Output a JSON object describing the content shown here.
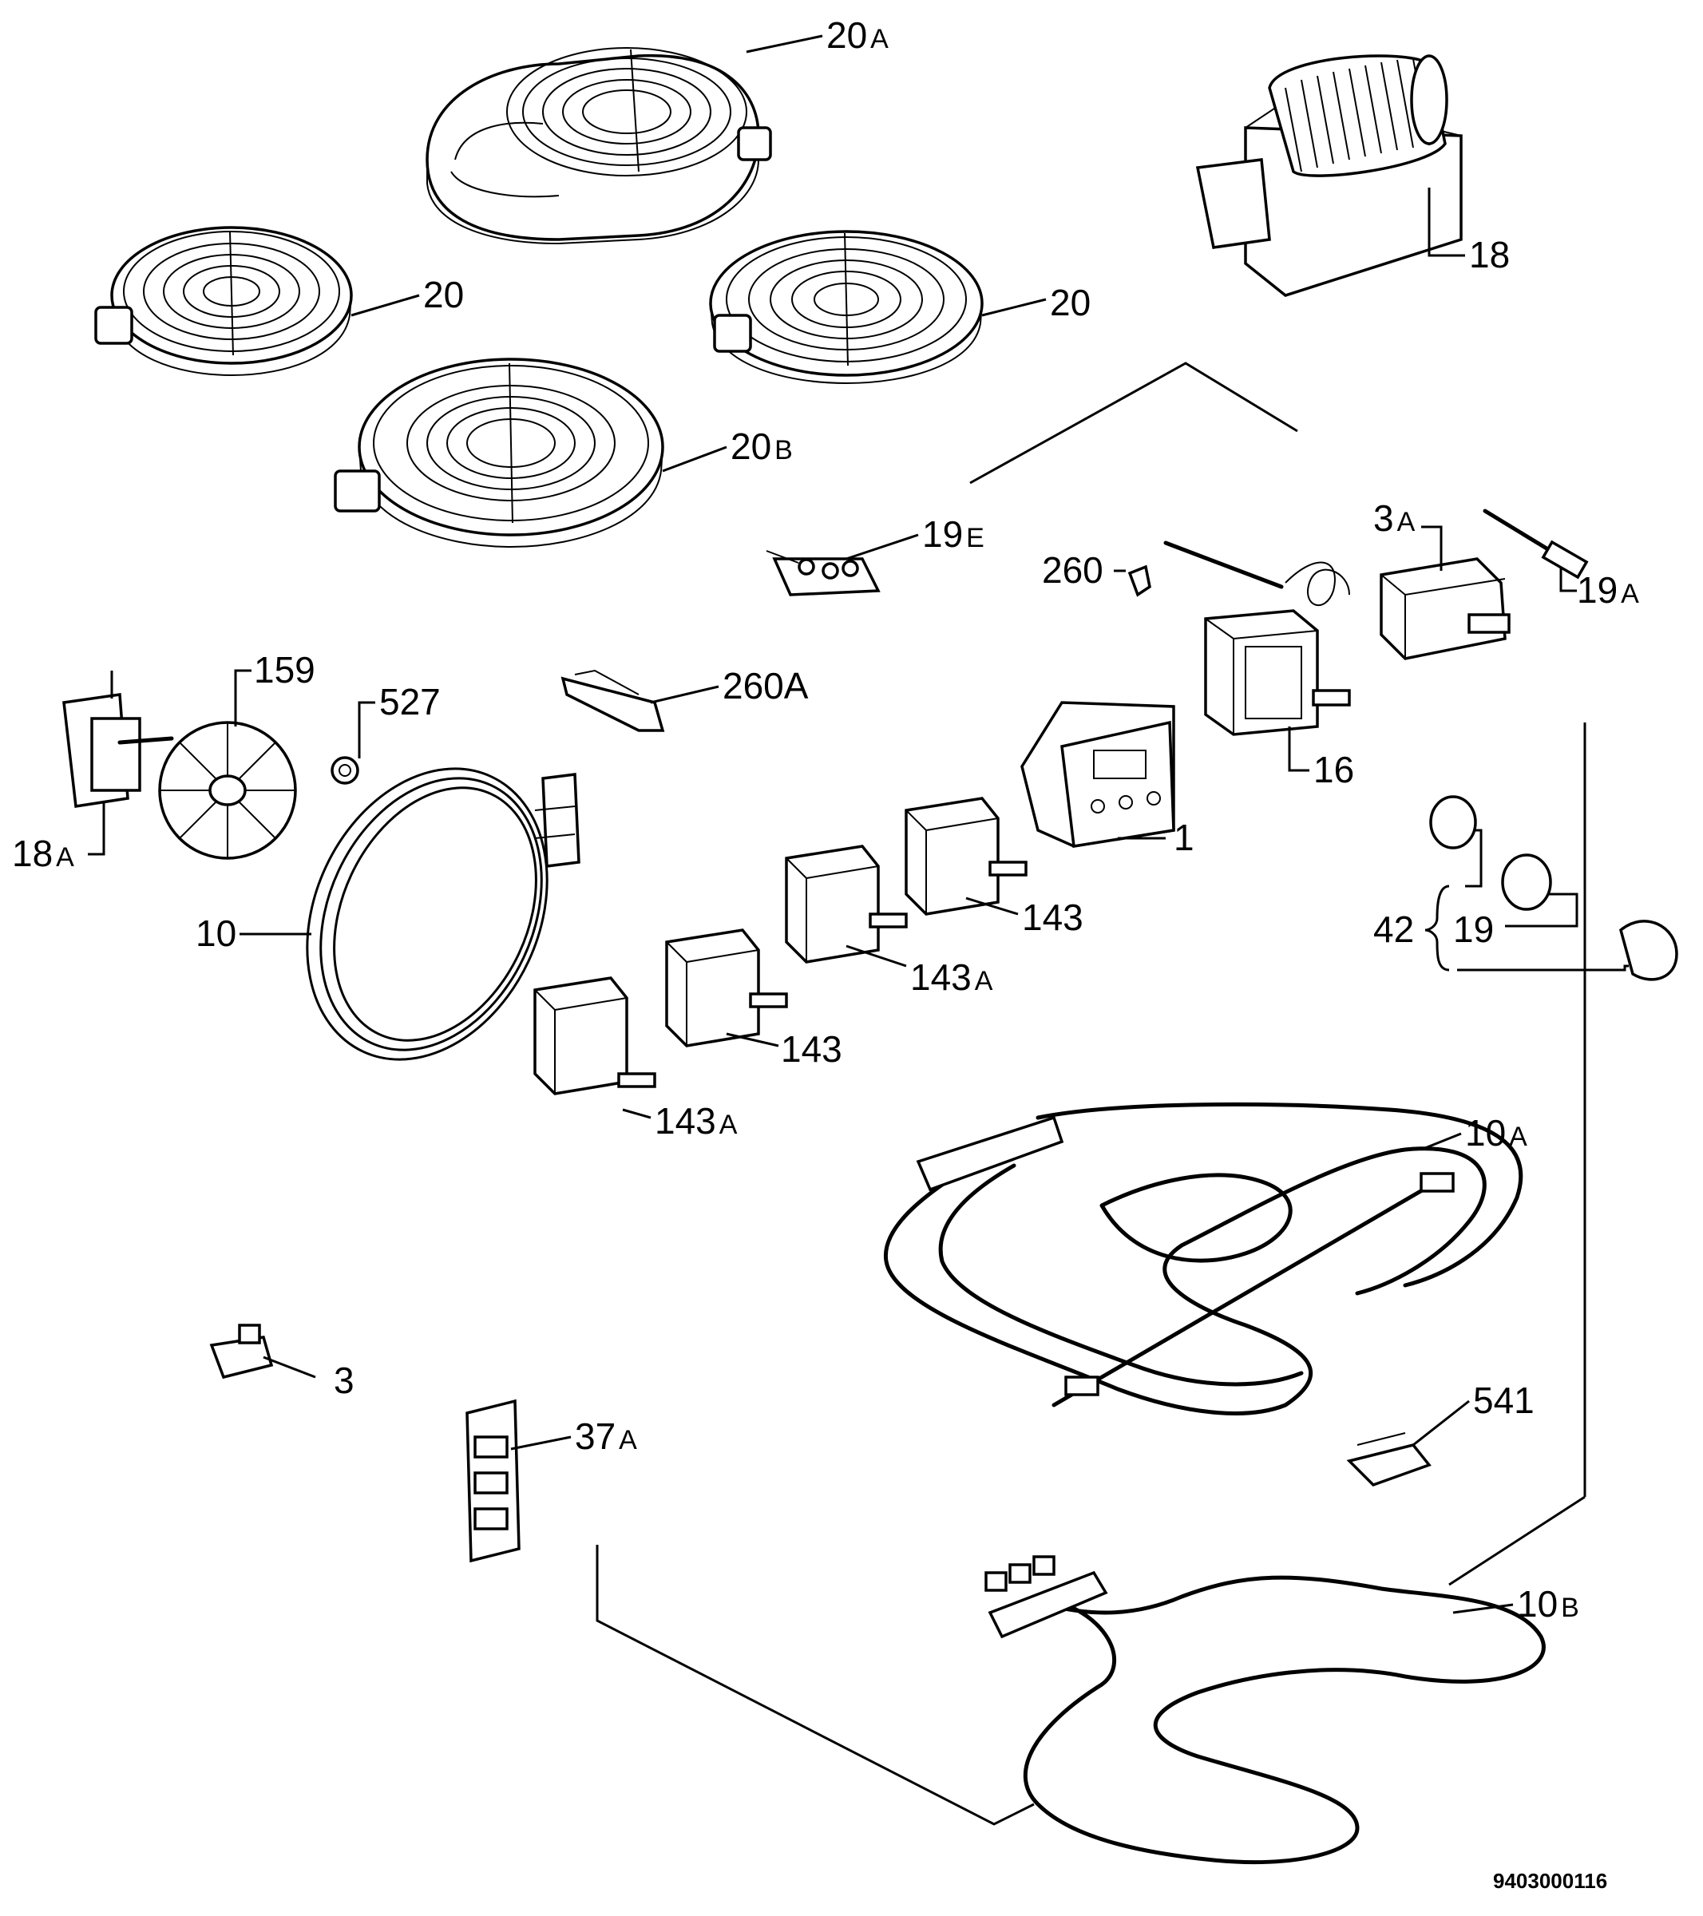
{
  "labels": {
    "l20a": "20",
    "l20a_s": "A",
    "l18": "18",
    "l20_left": "20",
    "l20_right": "20",
    "l20b": "20",
    "l20b_s": "B",
    "l19e": "19",
    "l19e_s": "E",
    "l3a": "3",
    "l3a_s": "A",
    "l260": "260",
    "l19a": "19",
    "l19a_s": "A",
    "l159": "159",
    "l527": "527",
    "l260a": "260A",
    "l16": "16",
    "l18a": "18",
    "l18a_s": "A",
    "l1": "1",
    "l143_top": "143",
    "l42": "42",
    "l19": "19",
    "l10": "10",
    "l143a_mid": "143",
    "l143a_mid_s": "A",
    "l143_mid": "143",
    "l143a_low": "143",
    "l143a_low_s": "A",
    "l10a": "10",
    "l10a_s": "A",
    "l3": "3",
    "l541": "541",
    "l37a": "37",
    "l37a_s": "A",
    "l10b": "10",
    "l10b_s": "B"
  },
  "reference_number": "9403000116"
}
